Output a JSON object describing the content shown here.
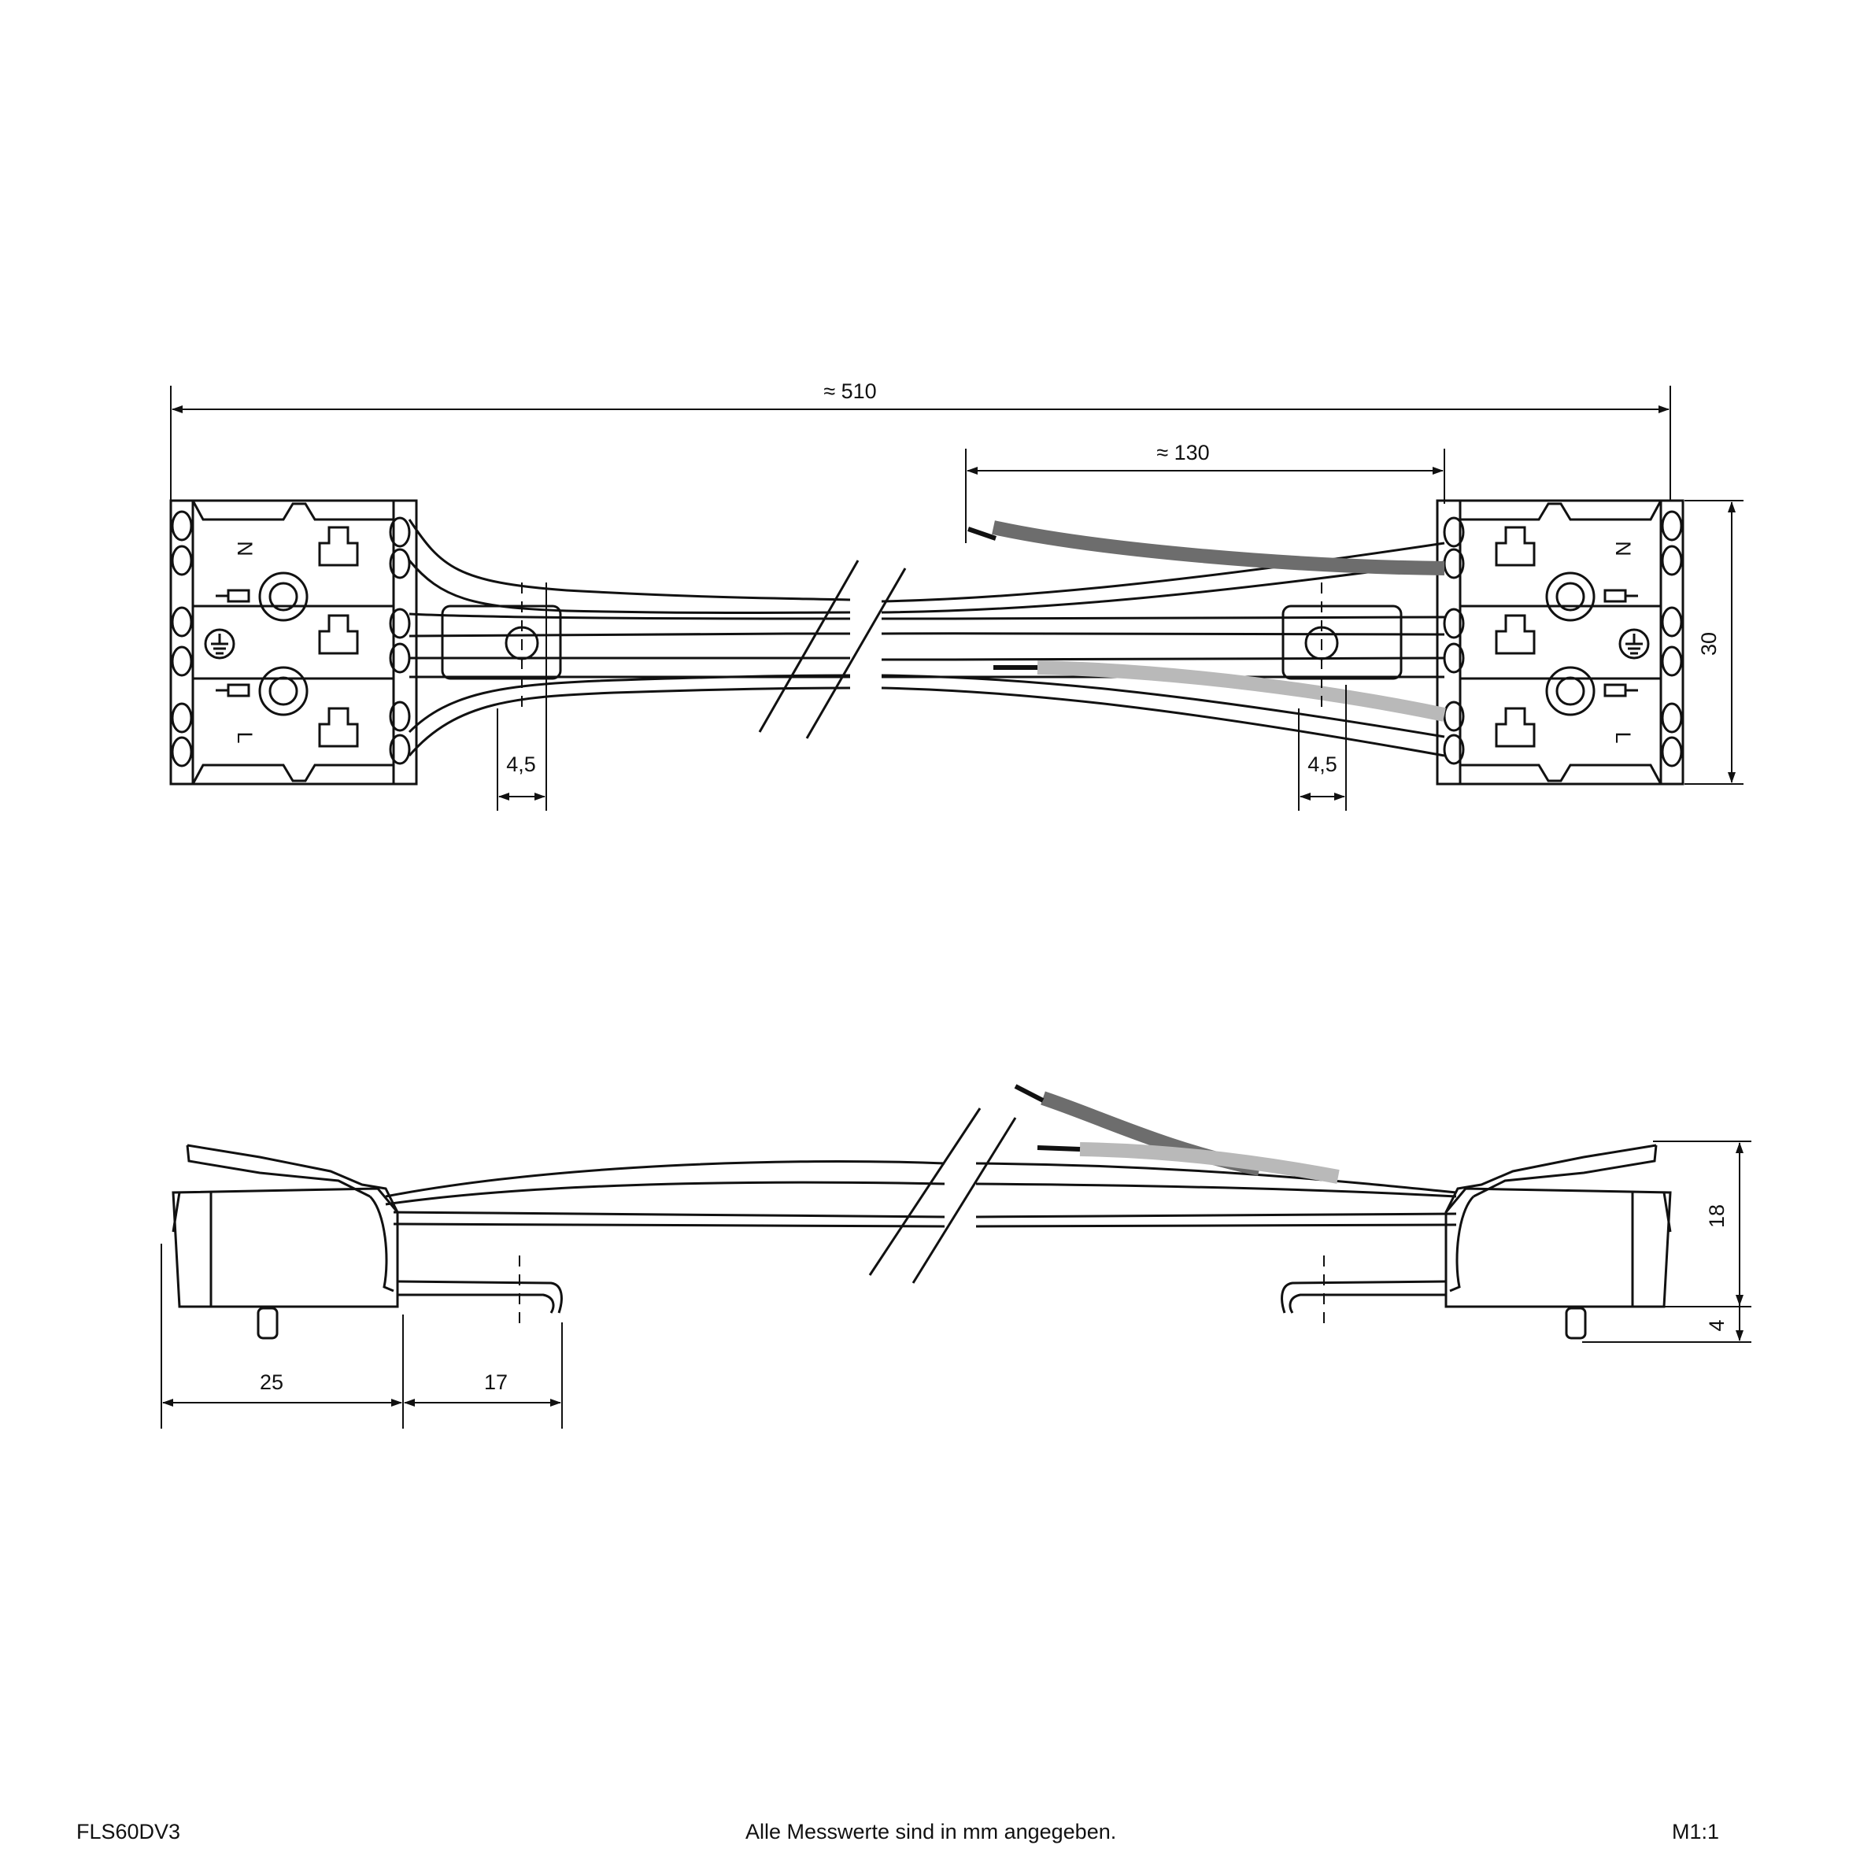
{
  "dimensions": {
    "overall_length": "≈ 510",
    "tail_length": "≈ 130",
    "hole_left": "4,5",
    "hole_right": "4,5",
    "height": "30",
    "side_height": "18",
    "pin_height": "4",
    "body_length": "25",
    "clip_length": "17"
  },
  "labels": {
    "left_top": "N",
    "left_bottom": "L",
    "right_top": "N",
    "right_bottom": "L"
  },
  "footer": {
    "product_code": "FLS60DV3",
    "note": "Alle Messwerte sind in mm angegeben.",
    "scale": "M1:1"
  },
  "colors": {
    "line": "#111111",
    "wire_dark": "#6d6d6d",
    "wire_light": "#b9b9b9"
  }
}
